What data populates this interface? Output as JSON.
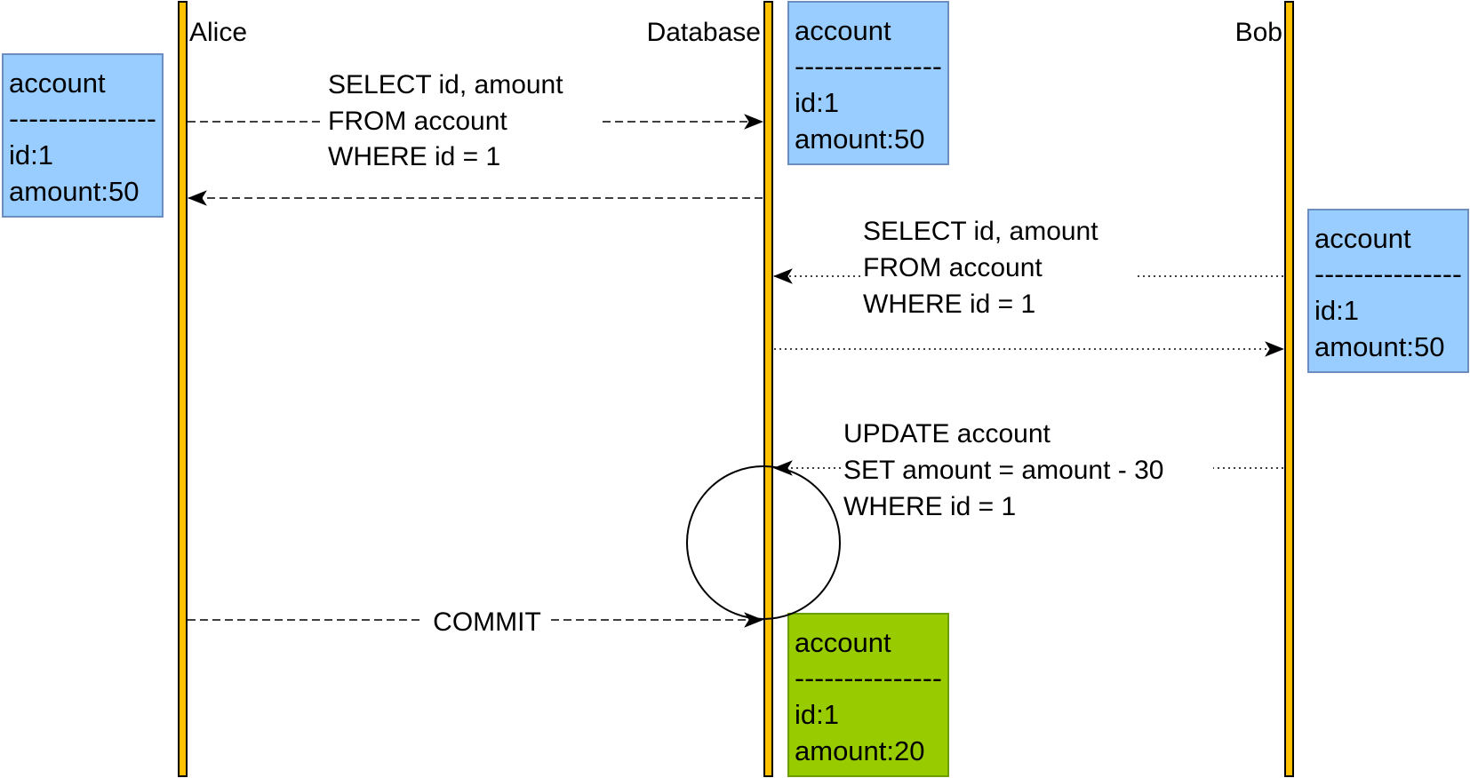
{
  "colors": {
    "lifeline": "#ffc000",
    "lifeline_stroke": "#000000",
    "box_blue": "#99ccff",
    "box_blue_stroke": "#6c8ebf",
    "box_green": "#99cc00",
    "box_green_stroke": "#6d9e00",
    "arrow": "#000000"
  },
  "participants": {
    "alice": "Alice",
    "database": "Database",
    "bob": "Bob"
  },
  "tables": {
    "alice_read": {
      "name": "account",
      "sep": "---------------",
      "id": "id:1",
      "amount": "amount:50"
    },
    "db_initial": {
      "name": "account",
      "sep": "---------------",
      "id": "id:1",
      "amount": "amount:50"
    },
    "bob_read": {
      "name": "account",
      "sep": "---------------",
      "id": "id:1",
      "amount": "amount:50"
    },
    "db_final": {
      "name": "account",
      "sep": "---------------",
      "id": "id:1",
      "amount": "amount:20"
    }
  },
  "messages": {
    "alice_select": {
      "line1": "SELECT id, amount",
      "line2": "FROM account",
      "line3": "WHERE id = 1",
      "style": "dashed"
    },
    "bob_select": {
      "line1": "SELECT id, amount",
      "line2": "FROM account",
      "line3": "WHERE id = 1",
      "style": "dotted"
    },
    "bob_update": {
      "line1": "UPDATE account",
      "line2": "SET amount = amount - 30",
      "line3": "WHERE id = 1",
      "style": "dotted"
    },
    "alice_commit": {
      "label": "COMMIT",
      "style": "dashed"
    }
  },
  "icons": {
    "arrowhead": "arrowhead-icon",
    "wait_loop": "circle-loop-icon"
  }
}
